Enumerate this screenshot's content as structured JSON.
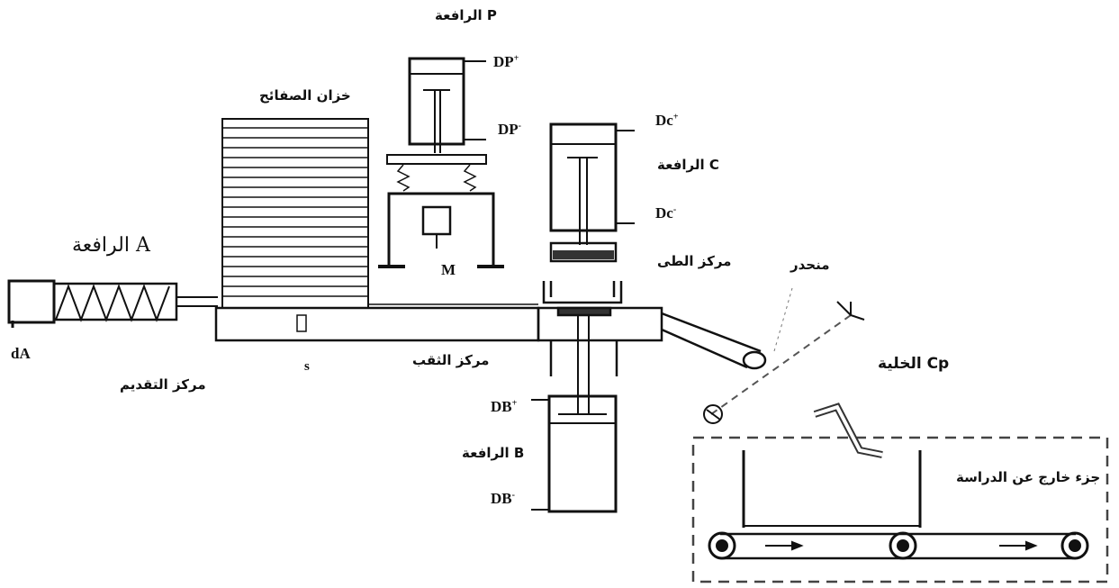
{
  "labels": {
    "jack_p": "الرافعة P",
    "dp_plus": "DP",
    "dp_minus": "DP",
    "magazine": "خزان الصفائح",
    "dc_plus": "Dc",
    "jack_c": "الرافعة C",
    "dc_minus": "Dc",
    "jack_a": "الرافعة A",
    "motor_m": "M",
    "bending_station": "مركز الطى",
    "ramp": "منحدر",
    "da": "dA",
    "sensor_s": "s",
    "drilling_station": "مركز الثقب",
    "feed_station": "مركز التقديم",
    "cell_cp": "الخلية Cp",
    "db_plus": "DB",
    "jack_b": "الرافعة B",
    "db_minus": "DB",
    "out_of_scope": "جزء خارج عن الدراسة"
  },
  "superscripts": {
    "plus": "+",
    "minus": "-"
  },
  "colors": {
    "line": "#111111",
    "dashed": "#555555",
    "fill_dark": "#333333"
  }
}
